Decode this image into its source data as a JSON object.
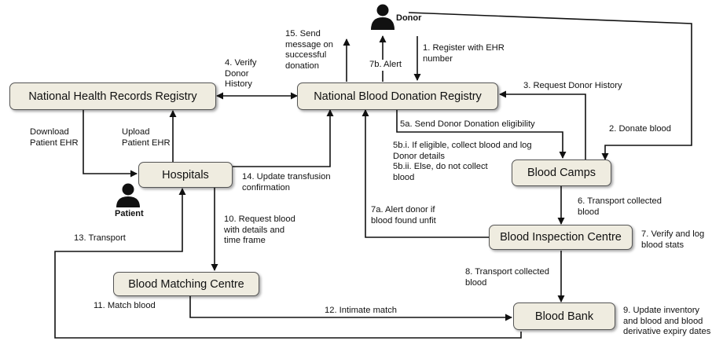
{
  "nodes": {
    "nhrr": "National Health Records Registry",
    "nbdr": "National Blood Donation Registry",
    "hospitals": "Hospitals",
    "camps": "Blood Camps",
    "inspection": "Blood Inspection Centre",
    "matching": "Blood Matching Centre",
    "bank": "Blood Bank"
  },
  "actors": {
    "donor": "Donor",
    "patient": "Patient"
  },
  "labels": {
    "l1": "1. Register with EHR\nnumber",
    "l2": "2. Donate blood",
    "l3": "3. Request Donor History",
    "l4": "4. Verify\nDonor\nHistory",
    "l5a": "5a. Send Donor Donation eligibility",
    "l5b": "5b.i. If eligible, collect blood and log\nDonor details\n5b.ii. Else, do not collect\nblood",
    "l6": "6. Transport collected\nblood",
    "l7a": "7a. Alert donor if\nblood found unfit",
    "l7b": "7b. Alert",
    "l7": "7. Verify and log\nblood stats",
    "l8": "8. Transport collected\nblood",
    "l9": "9. Update inventory\nand blood and blood\nderivative expiry dates",
    "l10": "10. Request blood\nwith details and\ntime frame",
    "l11": "11. Match blood",
    "l12": "12. Intimate match",
    "l13": "13. Transport",
    "l14": "14. Update transfusion\nconfirmation",
    "l15": "15. Send\nmessage on\nsuccessful\ndonation",
    "download": "Download\nPatient EHR",
    "upload": "Upload\nPatient EHR"
  }
}
